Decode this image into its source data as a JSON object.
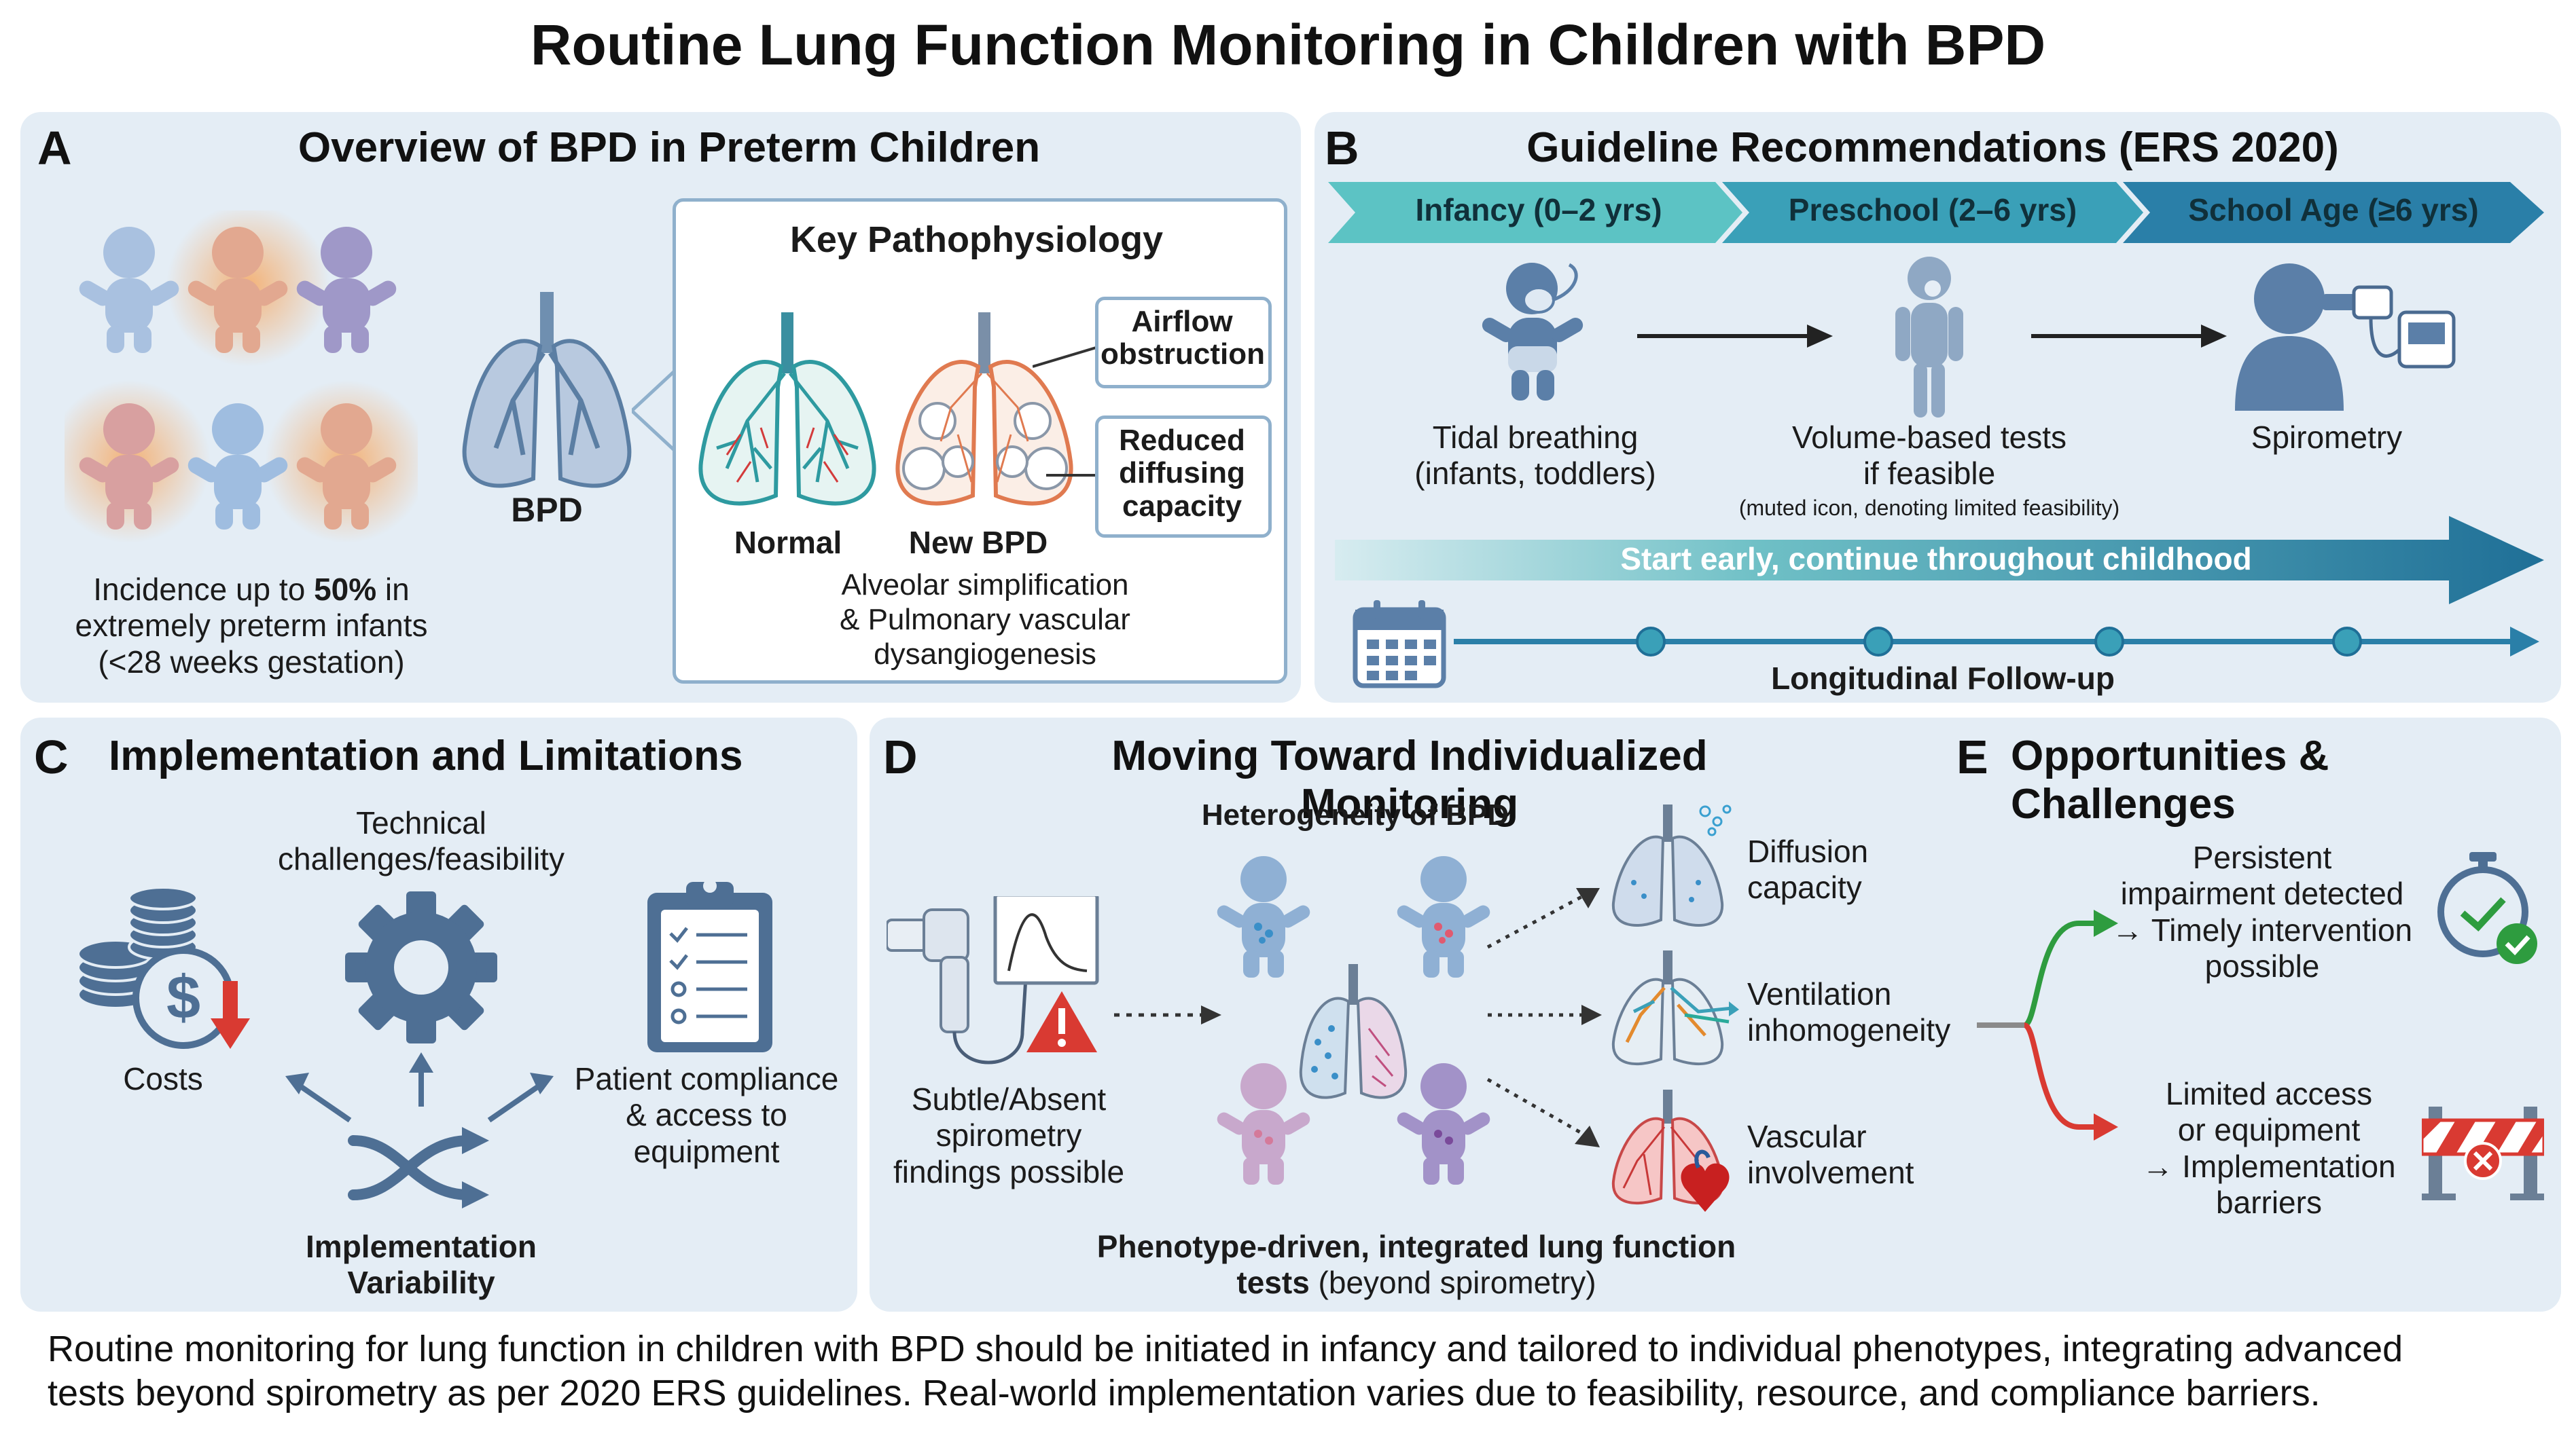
{
  "title": "Routine Lung Function Monitoring in Children with BPD",
  "panel_a": {
    "letter": "A",
    "title": "Overview of BPD in Preterm Children",
    "bpd_label": "BPD",
    "incidence_pre": "Incidence up to ",
    "incidence_pct": "50%",
    "incidence_post": " in",
    "incidence_line2": "extremely preterm infants",
    "incidence_line3": "(<28 weeks gestation)",
    "patho_title": "Key Pathophysiology",
    "normal_label": "Normal",
    "newbpd_label": "New BPD",
    "airflow": "Airflow obstruction",
    "diffusing": "Reduced diffusing capacity",
    "alveolar_line1": "Alveolar simplification",
    "alveolar_line2": "& Pulmonary vascular",
    "alveolar_line3": "dysangiogenesis"
  },
  "panel_b": {
    "letter": "B",
    "title": "Guideline Recommendations (ERS 2020)",
    "stages": [
      "Infancy (0–2 yrs)",
      "Preschool (2–6 yrs)",
      "School Age (≥6 yrs)"
    ],
    "tidal_line1": "Tidal breathing",
    "tidal_line2": "(infants, toddlers)",
    "volume_line1": "Volume-based tests",
    "volume_line2": "if feasible",
    "volume_note": "(muted icon, denoting limited feasibility)",
    "spirometry": "Spirometry",
    "start_early": "Start early, continue throughout childhood",
    "followup": "Longitudinal Follow-up"
  },
  "panel_c": {
    "letter": "C",
    "title": "Implementation and Limitations",
    "technical_line1": "Technical",
    "technical_line2": "challenges/feasibility",
    "costs": "Costs",
    "patient_line1": "Patient compliance",
    "patient_line2": "& access to",
    "patient_line3": "equipment",
    "impl_line1": "Implementation",
    "impl_line2": "Variability"
  },
  "panel_d": {
    "letter": "D",
    "title": "Moving Toward Individualized Monitoring",
    "heterogeneity": "Heterogeneity of BPD",
    "subtle_line1": "Subtle/Absent",
    "subtle_line2": "spirometry",
    "subtle_line3": "findings possible",
    "diffusion_line1": "Diffusion",
    "diffusion_line2": "capacity",
    "ventilation_line1": "Ventilation",
    "ventilation_line2": "inhomogeneity",
    "vascular_line1": "Vascular",
    "vascular_line2": "involvement",
    "phenotype_line1": "Phenotype-driven, integrated lung function",
    "phenotype_line2_bold": "tests",
    "phenotype_line2_rest": " (beyond spirometry)"
  },
  "panel_e": {
    "letter": "E",
    "title": "Opportunities & Challenges",
    "persistent_line1": "Persistent",
    "persistent_line2": "impairment detected",
    "persistent_line3": "→ Timely intervention",
    "persistent_line4": "possible",
    "limited_line1": "Limited access",
    "limited_line2": "or equipment",
    "limited_line3": "→ Implementation",
    "limited_line4": "barriers"
  },
  "caption_line1": "Routine monitoring for lung function in children with BPD should be initiated in infancy and tailored to individual phenotypes, integrating advanced",
  "caption_line2": "tests beyond spirometry as per 2020 ERS guidelines. Real-world implementation varies due to feasibility, resource, and compliance barriers.",
  "colors": {
    "panel_bg": "#e4edf5",
    "teal": "#3aa3b6",
    "dark_blue": "#1f6f97",
    "baby_blue": "#98b4d6",
    "glow_orange": "#f4a05a",
    "alert_red": "#d93a32",
    "ok_green": "#2e9c3f"
  }
}
